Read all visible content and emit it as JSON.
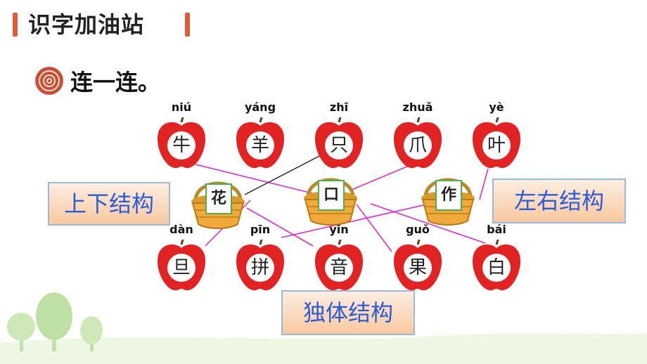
{
  "header": {
    "title": "识字加油站"
  },
  "task": {
    "instruction": "连一连。"
  },
  "top_apples": [
    {
      "pinyin": "niú",
      "char": "牛"
    },
    {
      "pinyin": "yáng",
      "char": "羊"
    },
    {
      "pinyin": "zhī",
      "char": "只"
    },
    {
      "pinyin": "zhuǎ",
      "char": "爪"
    },
    {
      "pinyin": "yè",
      "char": "叶"
    }
  ],
  "bottom_apples": [
    {
      "pinyin": "dàn",
      "char": "旦"
    },
    {
      "pinyin": "pīn",
      "char": "拼"
    },
    {
      "pinyin": "yīn",
      "char": "音"
    },
    {
      "pinyin": "guǒ",
      "char": "果"
    },
    {
      "pinyin": "bái",
      "char": "白"
    }
  ],
  "baskets": [
    {
      "char": "花"
    },
    {
      "char": "口"
    },
    {
      "char": "作"
    }
  ],
  "labels": {
    "top_down": "上下结构",
    "left_right": "左右结构",
    "single": "独体结构"
  },
  "colors": {
    "accent": "#e25a3c",
    "line_magenta": "#e02bd0",
    "line_black": "#222222",
    "label_text": "#2c5bd6"
  }
}
